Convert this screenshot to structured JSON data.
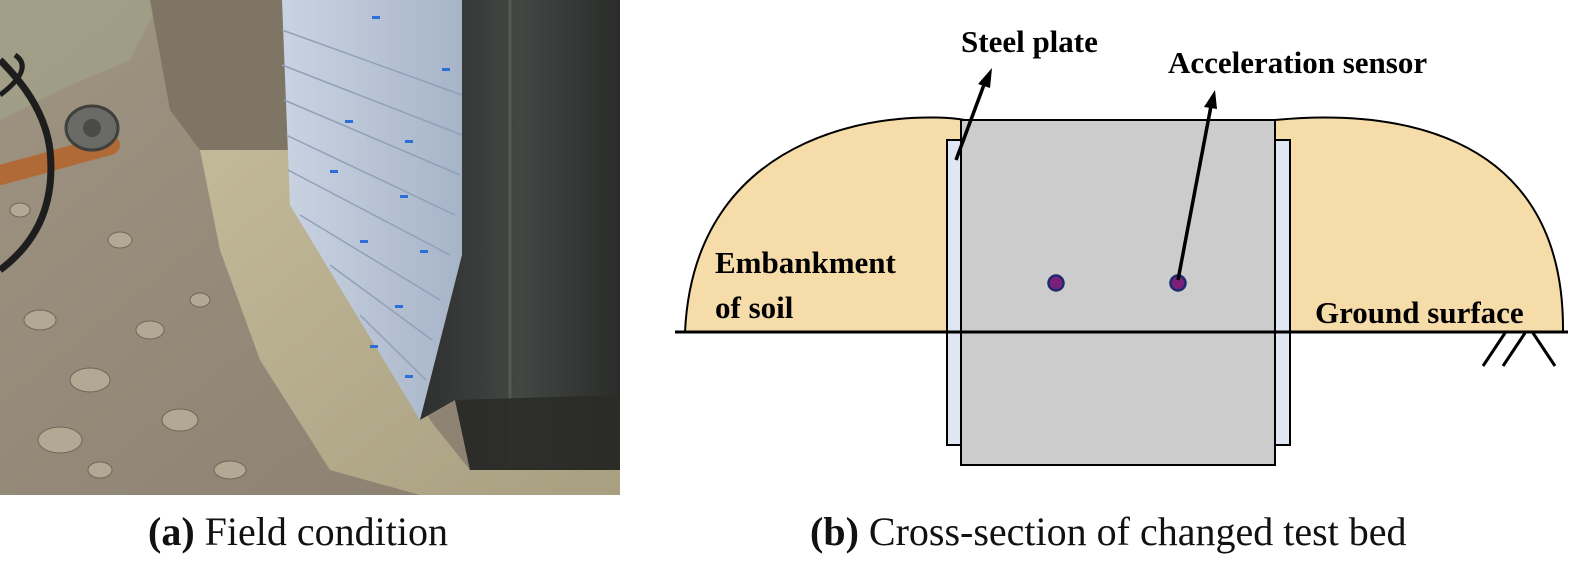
{
  "panel_a": {
    "caption_letter": "(a)",
    "caption_text": "Field condition"
  },
  "panel_b": {
    "caption_letter": "(b)",
    "caption_text": "Cross-section of changed test bed",
    "labels": {
      "steel_plate": "Steel plate",
      "acceleration_sensor": "Acceleration sensor",
      "embankment_line1": "Embankment",
      "embankment_line2": "of soil",
      "ground_surface": "Ground surface"
    }
  },
  "colors": {
    "soil_fill": "#f5dca8",
    "block_fill": "#cccccc",
    "plate_fill": "#e0e6f2",
    "sensor_fill": "#7a1f7a",
    "water": "#b5ab8a",
    "panel_wall": "#b9c6d8",
    "concrete": "#3a3d3b"
  }
}
